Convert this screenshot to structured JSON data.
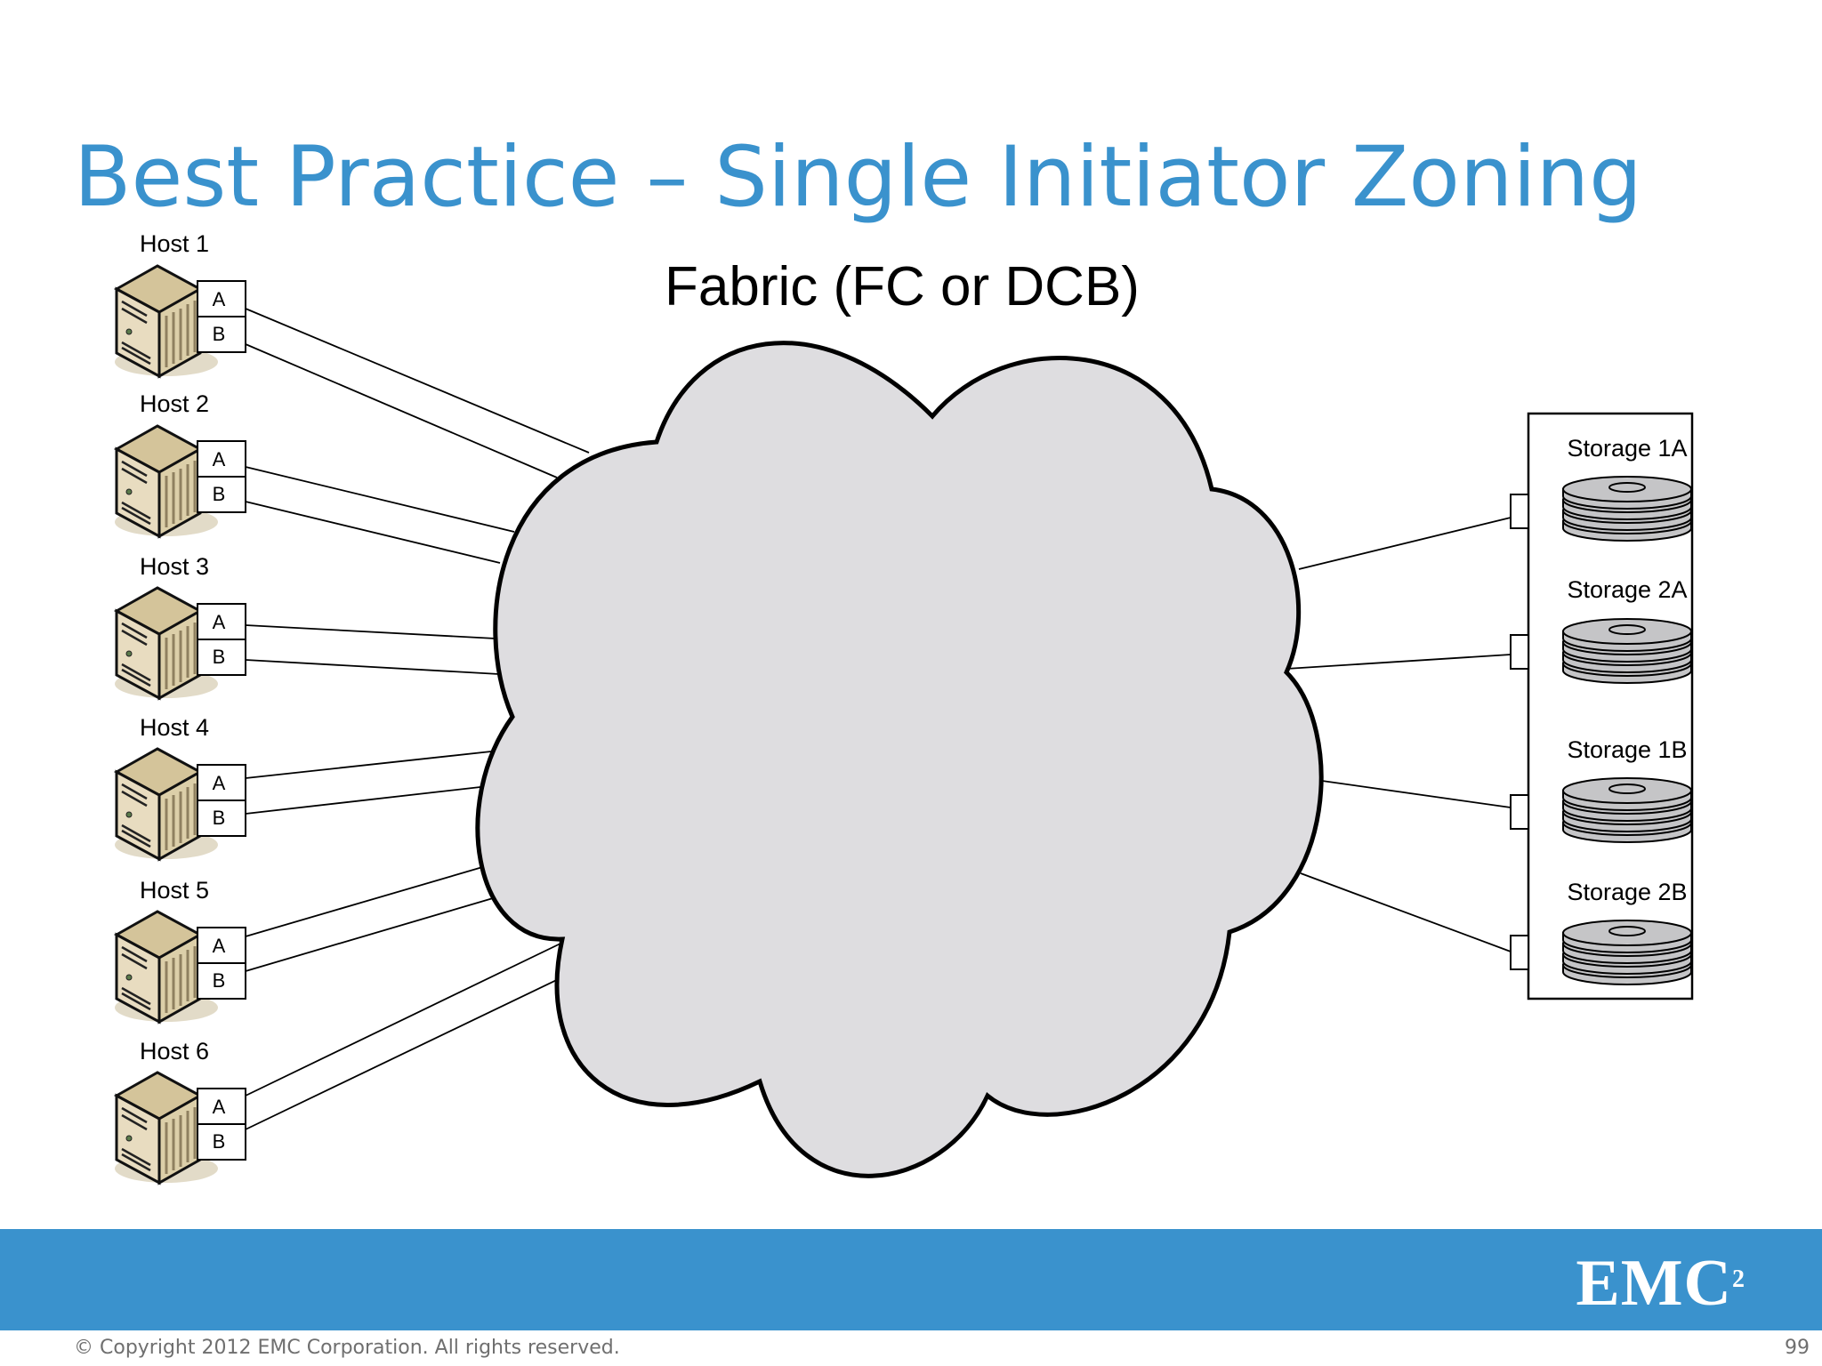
{
  "slide": {
    "title": "Best Practice – Single Initiator Zoning"
  },
  "diagram": {
    "fabric_label": "Fabric (FC or DCB)",
    "hosts": [
      {
        "name": "Host 1",
        "ports": [
          "A",
          "B"
        ]
      },
      {
        "name": "Host 2",
        "ports": [
          "A",
          "B"
        ]
      },
      {
        "name": "Host 3",
        "ports": [
          "A",
          "B"
        ]
      },
      {
        "name": "Host 4",
        "ports": [
          "A",
          "B"
        ]
      },
      {
        "name": "Host 5",
        "ports": [
          "A",
          "B"
        ]
      },
      {
        "name": "Host 6",
        "ports": [
          "A",
          "B"
        ]
      }
    ],
    "storage": [
      {
        "name": "Storage 1A"
      },
      {
        "name": "Storage 2A"
      },
      {
        "name": "Storage 1B"
      },
      {
        "name": "Storage 2B"
      }
    ]
  },
  "footer": {
    "logo_text": "EMC",
    "logo_superscript": "2",
    "copyright": "© Copyright 2012 EMC Corporation. All rights reserved.",
    "page_number": "99"
  },
  "colors": {
    "title": "#3a92cd",
    "band": "#3a92cd",
    "cloud_fill": "#dedde0",
    "server_body": "#e3d7b6",
    "disk_fill": "#c5c5c7"
  },
  "icons": {
    "host": "server-tower-icon",
    "storage": "disk-stack-icon",
    "fabric": "cloud-icon"
  }
}
